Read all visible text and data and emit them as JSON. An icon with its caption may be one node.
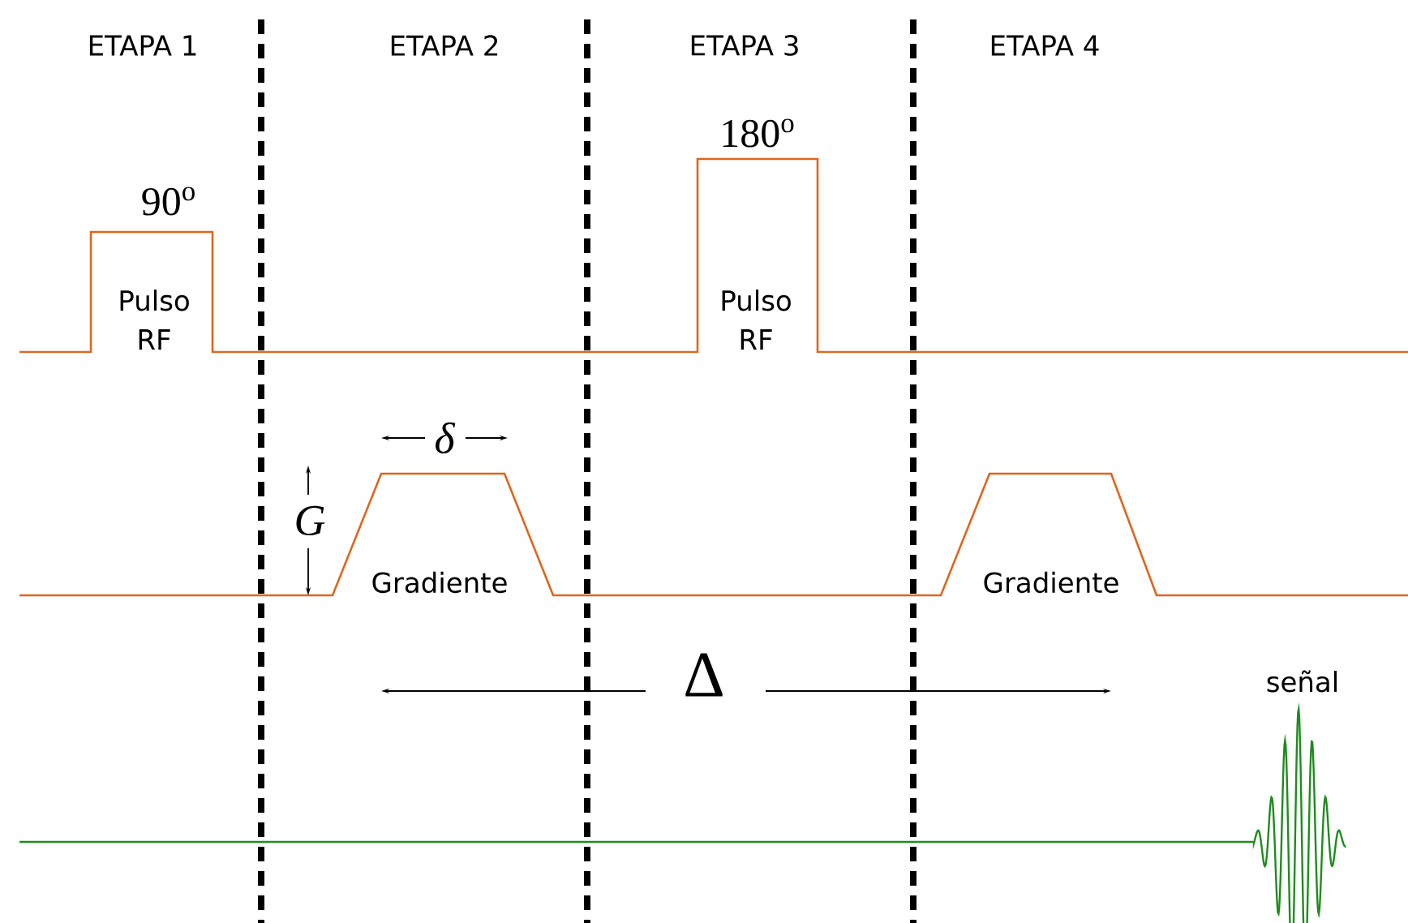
{
  "diagram": {
    "labels": [
      "ETAPA 1",
      "ETAPA 2",
      "ETAPA 3",
      "ETAPA 4",
      "180$^{o}$",
      "90$^{o}$",
      "Pulso RF",
      "Pulso RF",
      "δ",
      "G",
      "Gradiente",
      "Gradiente",
      "Δ",
      "señal"
    ]
  }
}
